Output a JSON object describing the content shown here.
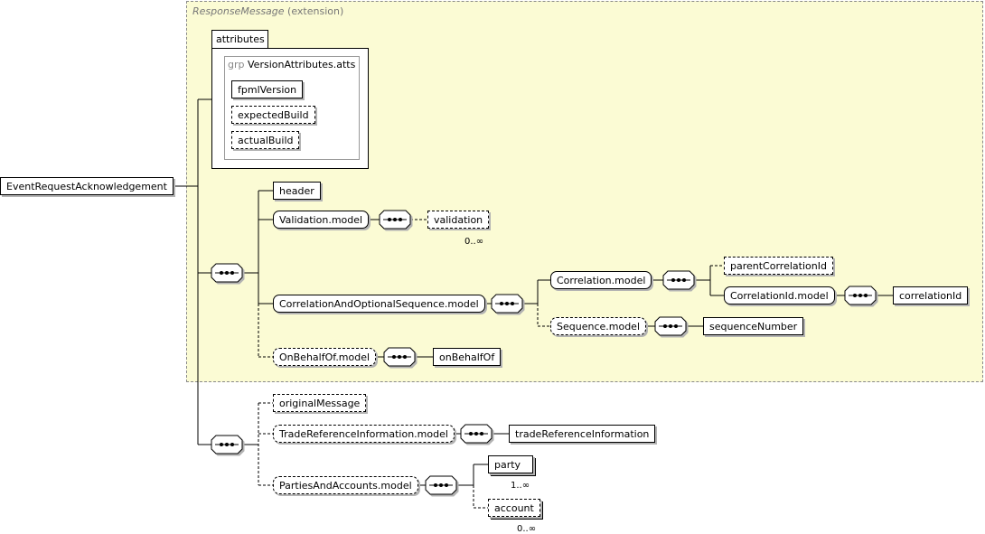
{
  "extension": {
    "base": "ResponseMessage",
    "qualifier": "(extension)"
  },
  "root": "EventRequestAcknowledgement",
  "attributes": {
    "tab_label": "attributes",
    "group_keyword": "grp",
    "group_name": "VersionAttributes.atts",
    "items": [
      "fpmlVersion",
      "expectedBuild",
      "actualBuild"
    ]
  },
  "models": {
    "header": "header",
    "validation_model": "Validation.model",
    "validation": "validation",
    "validation_card": "0..∞",
    "correlation_seq_model": "CorrelationAndOptionalSequence.model",
    "correlation_model": "Correlation.model",
    "parent_correlation_id": "parentCorrelationId",
    "correlation_id_model": "CorrelationId.model",
    "correlation_id": "correlationId",
    "sequence_model": "Sequence.model",
    "sequence_number": "sequenceNumber",
    "on_behalf_of_model": "OnBehalfOf.model",
    "on_behalf_of": "onBehalfOf",
    "original_message": "originalMessage",
    "trade_ref_model": "TradeReferenceInformation.model",
    "trade_ref": "tradeReferenceInformation",
    "parties_model": "PartiesAndAccounts.model",
    "party": "party",
    "party_card": "1..∞",
    "account": "account",
    "account_card": "0..∞"
  },
  "colors": {
    "extension_fill": "#fbfbd4",
    "line": "#000000",
    "shadow": "#b3b3b3"
  }
}
